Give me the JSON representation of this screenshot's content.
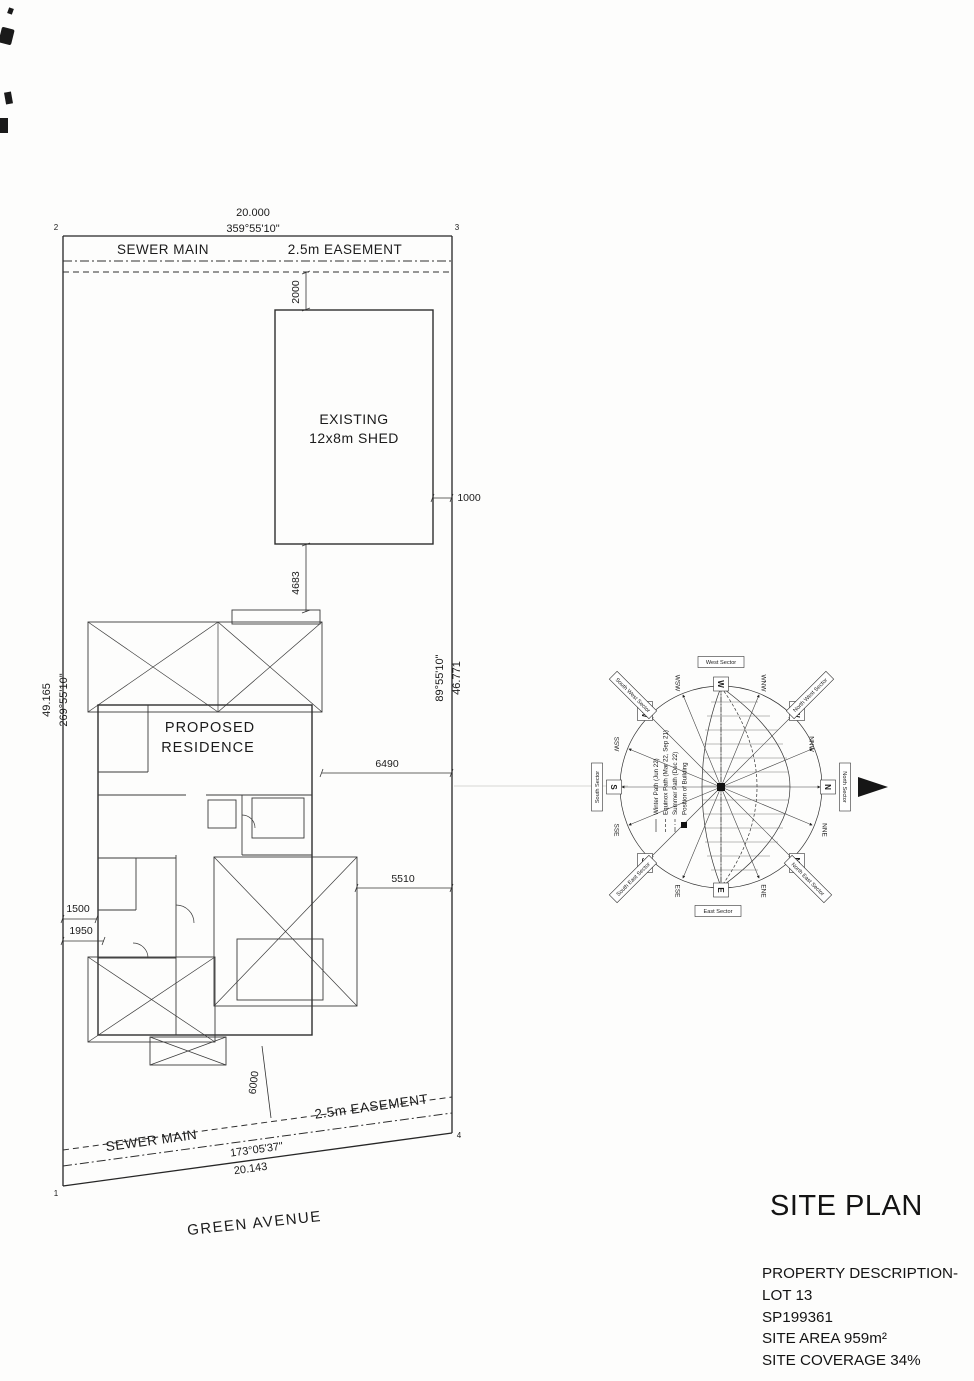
{
  "page": {
    "background": "#fdfdfc",
    "ink": "#1b1b1b"
  },
  "site_plan": {
    "corner_labels": {
      "nw": "2",
      "ne": "3",
      "se": "4",
      "sw": "1"
    },
    "north_boundary": {
      "length": "20.000",
      "bearing": "359°55'10\""
    },
    "west_boundary": {
      "length": "49.165",
      "bearing": "269°55'10\""
    },
    "east_boundary": {
      "bearing": "89°55'10\"",
      "length": "46.771"
    },
    "south_boundary": {
      "bearing": "173°05'37\"",
      "length": "20.143"
    },
    "easement_top": {
      "sewer": "SEWER MAIN",
      "easement": "2.5m EASEMENT"
    },
    "easement_bottom": {
      "sewer": "SEWER MAIN",
      "easement": "2.5m EASEMENT"
    },
    "shed": {
      "line1": "EXISTING",
      "line2": "12x8m SHED"
    },
    "residence": {
      "line1": "PROPOSED",
      "line2": "RESIDENCE"
    },
    "dimensions": {
      "shed_to_easement": "2000",
      "shed_to_east_boundary": "1000",
      "shed_to_residence": "4683",
      "residence_to_east_boundary_upper": "6490",
      "residence_to_east_boundary_lower": "5510",
      "west_setback_upper": "1500",
      "west_setback_lower": "1950",
      "residence_to_south_boundary": "6000"
    },
    "street": "GREEN AVENUE"
  },
  "sun_diagram": {
    "compass": {
      "n": "N",
      "nne": "NNE",
      "ne": "NE",
      "ene": "ENE",
      "e": "E",
      "ese": "ESE",
      "se": "SE",
      "sse": "SSE",
      "s": "S",
      "ssw": "SSW",
      "sw": "SW",
      "wsw": "WSW",
      "w": "W",
      "wnw": "WNW",
      "nw": "NW",
      "nnw": "NNW"
    },
    "sectors": {
      "west": "West Sector",
      "north_west": "North West Sector",
      "north": "North Sector",
      "north_east": "North East Sector",
      "east": "East Sector",
      "south_east": "South East Sector",
      "south": "South Sector",
      "south_west": "South West Sector"
    },
    "legend": {
      "winter": "Winter Path (Jun 22)",
      "equinox": "Equinox Path (Mar 22, Sep 21)",
      "summer": "Summer Path (Dec 22)",
      "building": "Position of Building"
    }
  },
  "title_block": {
    "title": "SITE PLAN",
    "property_description": "PROPERTY DESCRIPTION-",
    "lot": "LOT 13",
    "plan_number": "SP199361",
    "site_area": "SITE AREA 959m²",
    "site_coverage": "SITE COVERAGE 34%"
  }
}
